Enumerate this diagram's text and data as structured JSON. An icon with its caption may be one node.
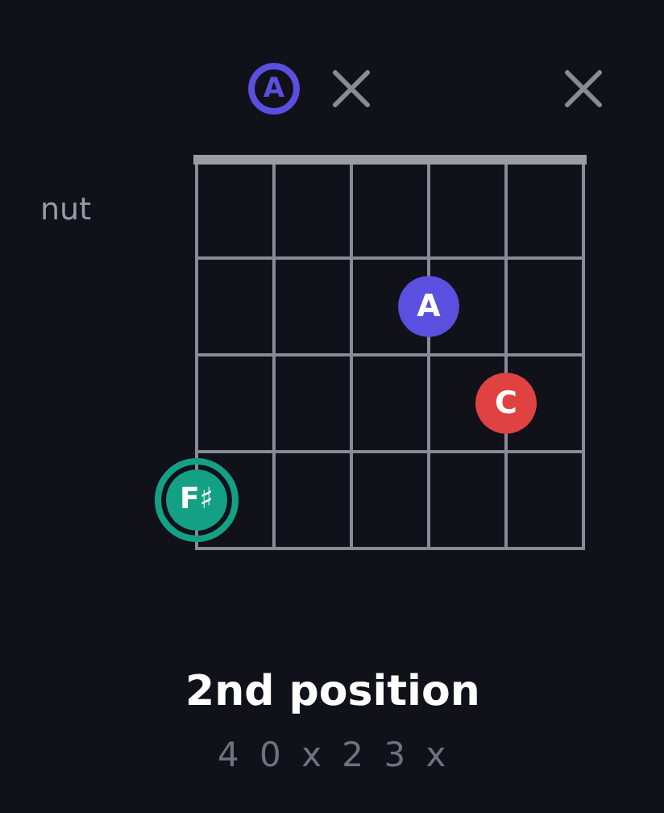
{
  "diagram": {
    "title": "2nd position",
    "caption": "4 0 x 2 3 x",
    "nodes": [
      {
        "text": [
          "A"
        ]
      },
      {
        "text": [
          "A"
        ]
      },
      {
        "text": [
          "C"
        ]
      },
      {
        "text": [
          "F♯"
        ]
      }
    ],
    "labels": [
      "nut"
    ]
  }
}
